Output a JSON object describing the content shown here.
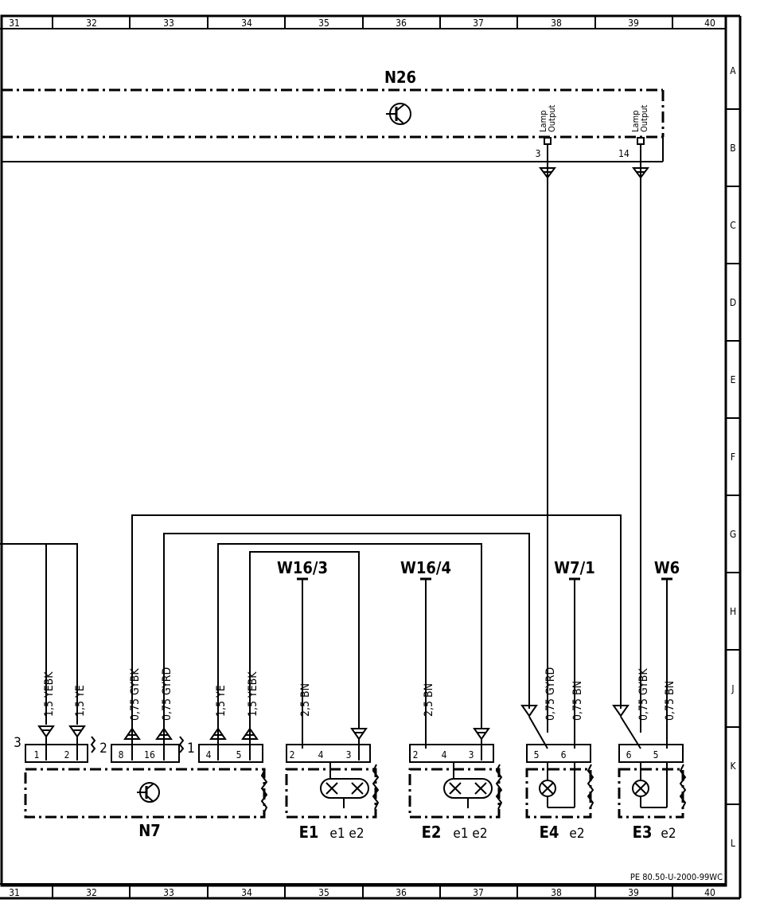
{
  "frame": {
    "columns": [
      "31",
      "32",
      "33",
      "34",
      "35",
      "36",
      "37",
      "38",
      "39",
      "40"
    ],
    "rows": [
      "A",
      "B",
      "C",
      "D",
      "E",
      "F",
      "G",
      "H",
      "J",
      "K",
      "L"
    ],
    "doc_id": "PE 80.50-U-2000-99WC"
  },
  "components": {
    "n26": {
      "label": "N26",
      "out1_label_line1": "Lamp",
      "out1_label_line2": "Output",
      "out1_pin": "3",
      "out2_label_line1": "Lamp",
      "out2_label_line2": "Output",
      "out2_pin": "14"
    },
    "n7": {
      "label": "N7",
      "conn3": "3",
      "conn2": "2",
      "conn1": "1",
      "pins": [
        "1",
        "2",
        "8",
        "16",
        "4",
        "5"
      ]
    },
    "e1": {
      "label": "E1",
      "sub": "e1 e2",
      "pins": [
        "2",
        "4",
        "3"
      ]
    },
    "e2": {
      "label": "E2",
      "sub": "e1 e2",
      "pins": [
        "2",
        "4",
        "3"
      ]
    },
    "e4": {
      "label": "E4",
      "sub": "e2",
      "pins": [
        "5",
        "6"
      ]
    },
    "e3": {
      "label": "E3",
      "sub": "e2",
      "pins": [
        "6",
        "5"
      ]
    }
  },
  "grounds": [
    "W16/3",
    "W16/4",
    "W7/1",
    "W6"
  ],
  "wires": [
    "1,5 YEBK",
    "1,5 YE",
    "0,75 GYBK",
    "0,75 GYRD",
    "1,5 YE",
    "1,5 YEBK",
    "2,5 BN",
    "2,5 BN",
    "0,75 GYRD",
    "0,75 BN",
    "0,75 GYBK",
    "0,75 BN"
  ]
}
